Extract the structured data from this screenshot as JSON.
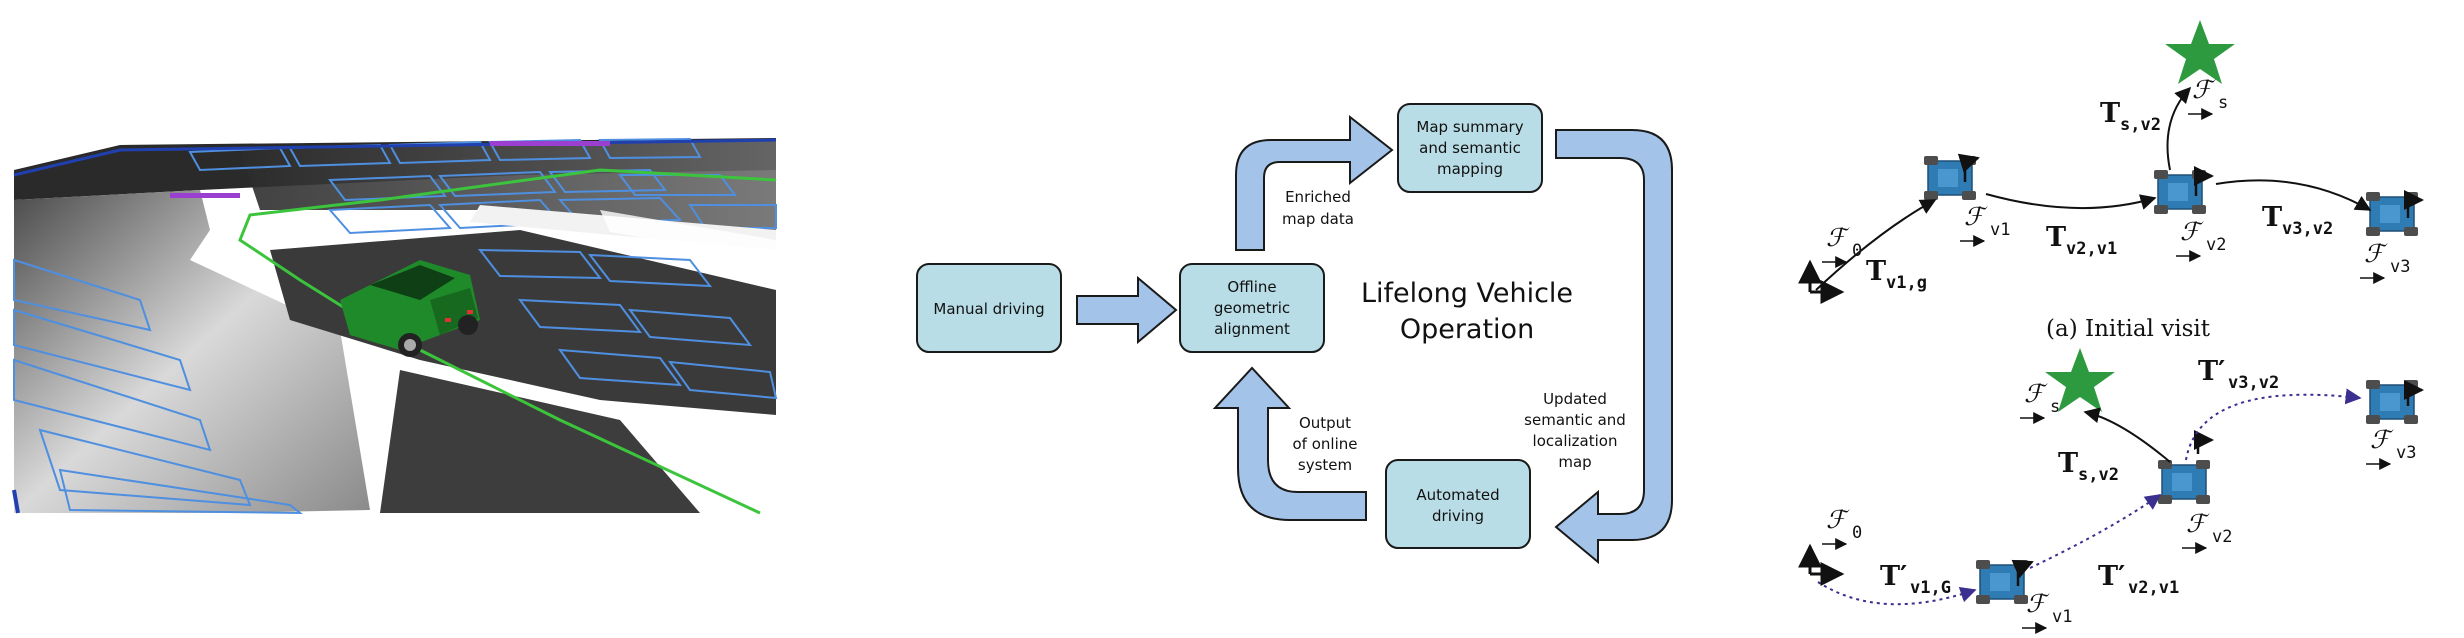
{
  "panel_left": {
    "image": "3D parking lot map render with green car and mapped parking spots"
  },
  "panel_middle": {
    "title_lines": [
      "Lifelong Vehicle",
      "Operation"
    ],
    "boxes": {
      "manual_driving": [
        "Manual driving"
      ],
      "offline_alignment": [
        "Offline",
        "geometric",
        "alignment"
      ],
      "map_summary": [
        "Map summary",
        "and semantic",
        "mapping"
      ],
      "automated_driving": [
        "Automated",
        "driving"
      ]
    },
    "arrow_labels": {
      "enriched": [
        "Enriched",
        "map data"
      ],
      "updated": [
        "Updated",
        "semantic and",
        "localization",
        "map"
      ],
      "output": [
        "Output",
        "of online",
        "system"
      ]
    },
    "colors": {
      "box_fill": "#b9dde7",
      "arrow_fill": "#a3c3e8",
      "stroke": "#1a1a1a"
    }
  },
  "panel_right": {
    "frames": {
      "F0": "0",
      "Fv1": "v1",
      "Fv2": "v2",
      "Fv3": "v3",
      "Fs": "s"
    },
    "transforms_a": {
      "Tv1g": "v1,g",
      "Tv2v1": "v2,v1",
      "Tsv2": "s,v2",
      "Tv3v2": "v3,v2"
    },
    "transforms_b": {
      "Tv1G": "v1,G",
      "Tv2v1": "v2,v1",
      "Tsv2": "s,v2",
      "Tv3v2": "v3,v2"
    },
    "caption_a": "(a) Initial visit",
    "colors": {
      "robot": "#2f7cb5",
      "star": "#2e9a3f",
      "dotted": "#3b2f8f"
    }
  }
}
